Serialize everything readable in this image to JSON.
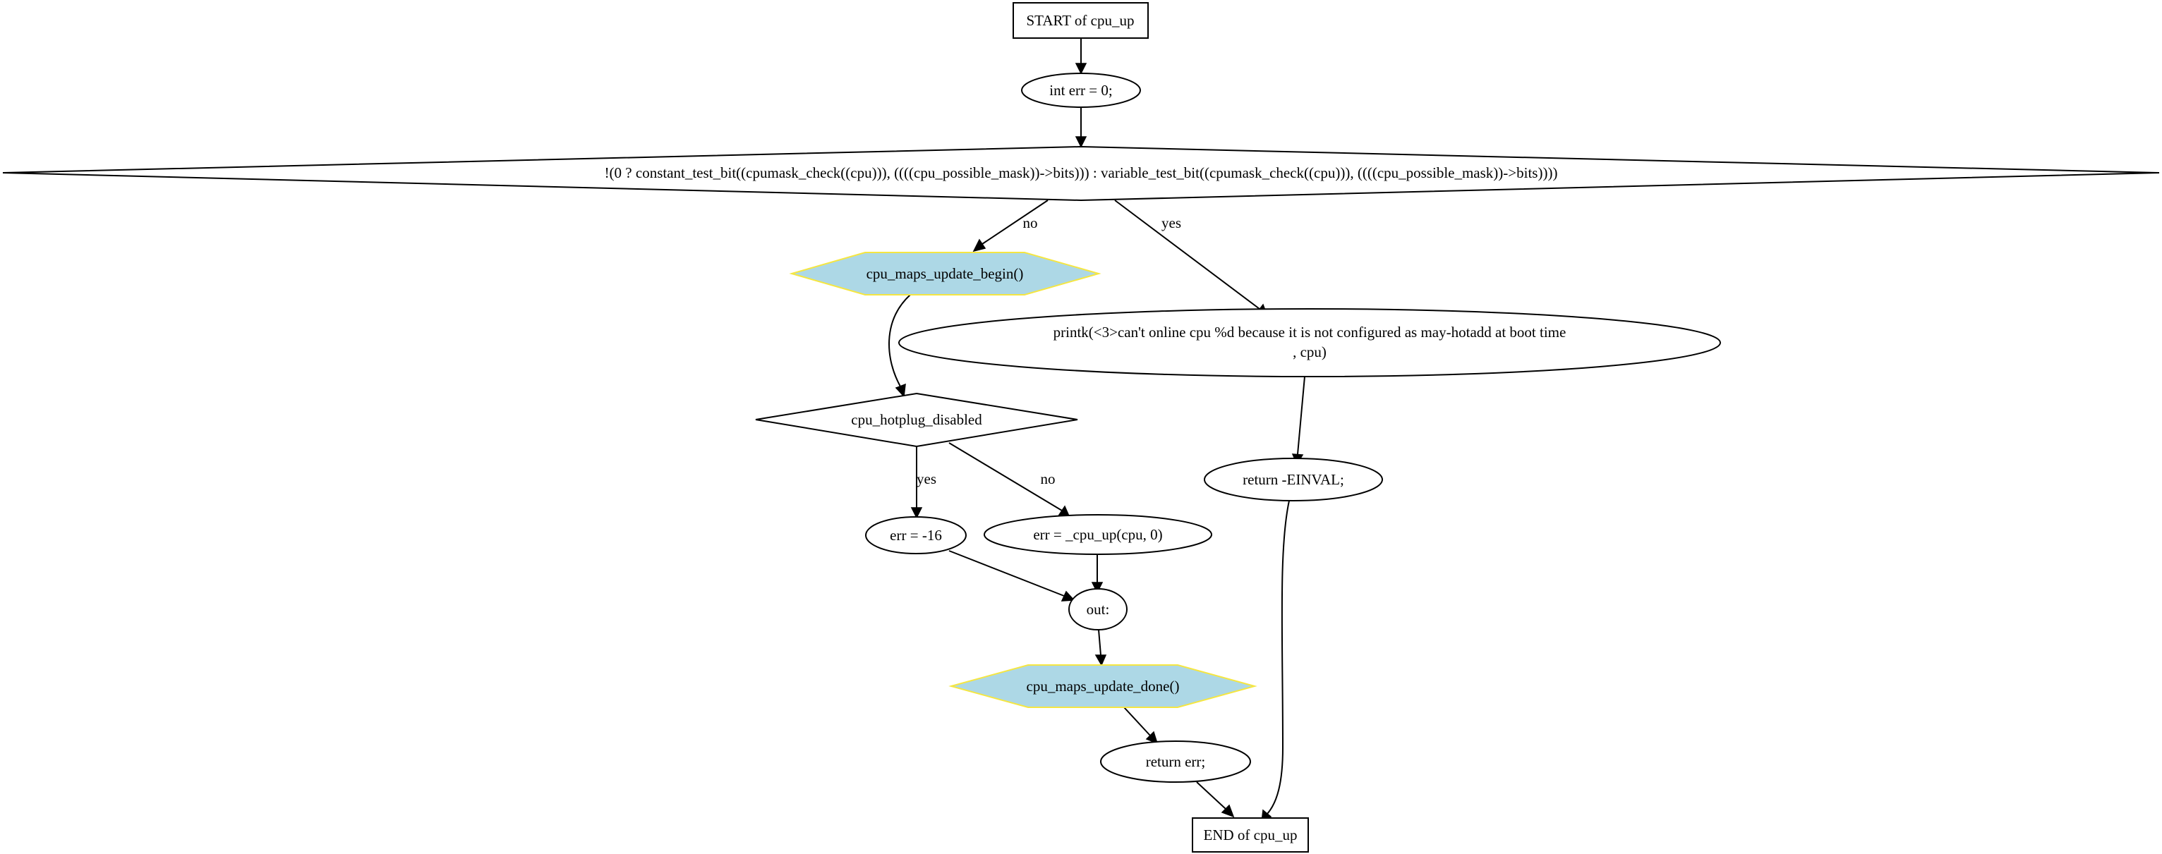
{
  "colors": {
    "line": "#000000",
    "text": "#000000",
    "hex_fill": "#add8e6",
    "hex_stroke": "#f5e642"
  },
  "nodes": {
    "start": "START of cpu_up",
    "init": "int err = 0;",
    "cond": "!(0 ? constant_test_bit((cpumask_check((cpu))), ((((cpu_possible_mask))->bits))) : variable_test_bit((cpumask_check((cpu))), ((((cpu_possible_mask))->bits))))",
    "maps_begin": "cpu_maps_update_begin()",
    "printk_line1": "printk(<3>can't online cpu %d because it is not configured as may-hotadd at boot time",
    "printk_line2": ", cpu)",
    "hotplug": "cpu_hotplug_disabled",
    "einval": "return -EINVAL;",
    "err_busy": "err = -16",
    "err_cpu_up": "err = _cpu_up(cpu, 0)",
    "out": "out:",
    "maps_done": "cpu_maps_update_done()",
    "return_err": "return err;",
    "end": "END of cpu_up"
  },
  "edge_labels": {
    "cond_no": "no",
    "cond_yes": "yes",
    "hotplug_yes": "yes",
    "hotplug_no": "no"
  }
}
